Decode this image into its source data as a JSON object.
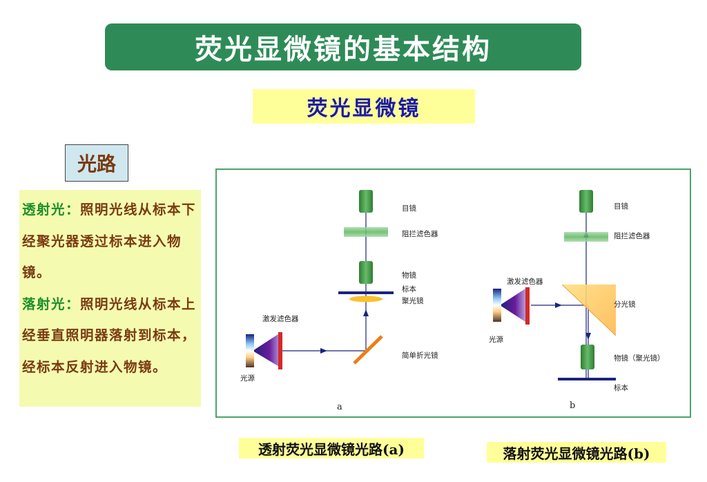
{
  "title": "荧光显微镜的基本结构",
  "subtitle": "荧光显微镜",
  "section_label": "光路",
  "description": {
    "transmitted_term": "透射光：",
    "transmitted_text": "照明光线从标本下经聚光器透过标本进入物镜。",
    "epi_term": "落射光：",
    "epi_text": "照明光线从标本上经垂直照明器落射到标本，经标本反射进入物镜。"
  },
  "diagram_a": {
    "eyepiece": "目镜",
    "barrier_filter": "阻拦滤色器",
    "objective": "物镜",
    "specimen": "标本",
    "condenser": "聚光镜",
    "excitation_filter": "激发滤色器",
    "light_source": "光源",
    "mirror": "简单折光镜",
    "letter": "a"
  },
  "diagram_b": {
    "eyepiece": "目镜",
    "barrier_filter": "阻拦滤色器",
    "excitation_filter": "激发滤色器",
    "beam_splitter": "分光镜",
    "light_source": "光源",
    "objective": "物镜（聚光镜）",
    "specimen": "标本",
    "letter": "b"
  },
  "caption_a": "透射荧光显微镜光路(a)",
  "caption_b": "落射荧光显微镜光路(b)",
  "colors": {
    "title_bg": "#2e8b57",
    "subtitle_bg": "#ffff99",
    "text_box_bg": "#f4fbb0",
    "term_green": "#1d8f2a",
    "text_brown": "#7a3b12",
    "lens_green": "#4caf50",
    "filter_red": "#d62828",
    "specimen_navy": "#1a237e"
  }
}
